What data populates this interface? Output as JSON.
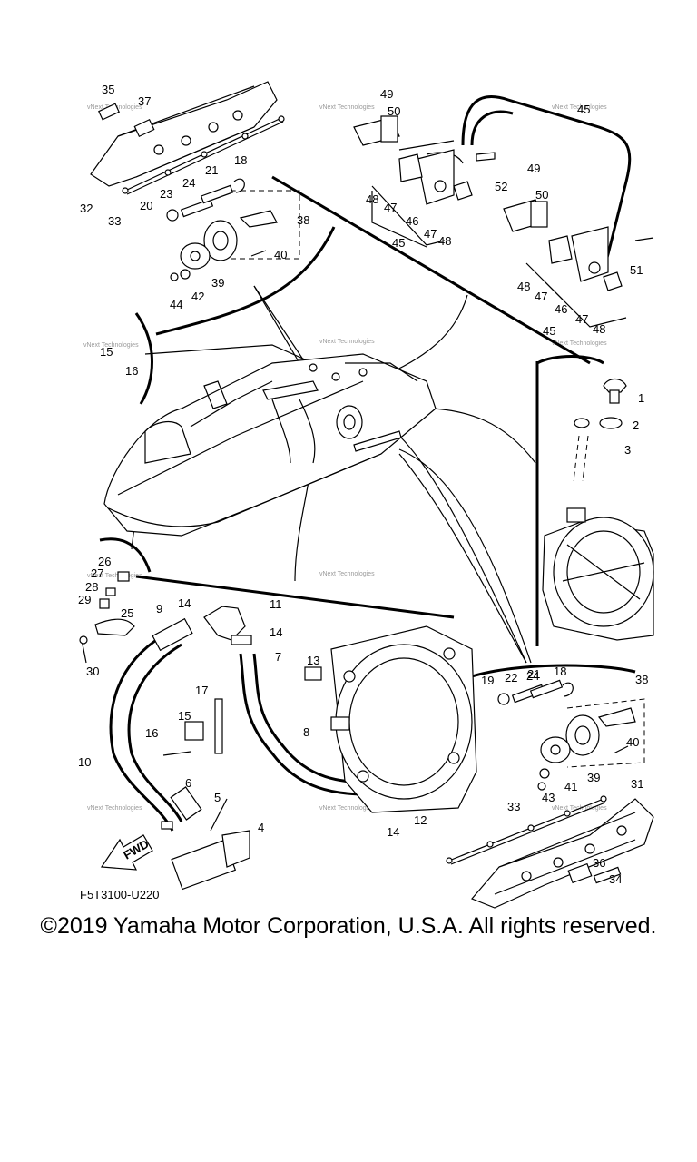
{
  "diagram_code": "F5T3100-U220",
  "fwd_label": "FWD",
  "watermark_text": "vNext Technologies",
  "copyright": "©2019 Yamaha Motor Corporation, U.S.A. All rights reserved.",
  "part_numbers": [
    "1",
    "2",
    "3",
    "4",
    "5",
    "6",
    "7",
    "8",
    "9",
    "10",
    "11",
    "12",
    "13",
    "14",
    "15",
    "16",
    "17",
    "18",
    "19",
    "20",
    "21",
    "22",
    "23",
    "24",
    "25",
    "26",
    "27",
    "28",
    "29",
    "30",
    "31",
    "32",
    "33",
    "34",
    "35",
    "36",
    "37",
    "38",
    "39",
    "40",
    "41",
    "42",
    "43",
    "44",
    "45",
    "46",
    "47",
    "48",
    "49",
    "50",
    "51",
    "52"
  ]
}
